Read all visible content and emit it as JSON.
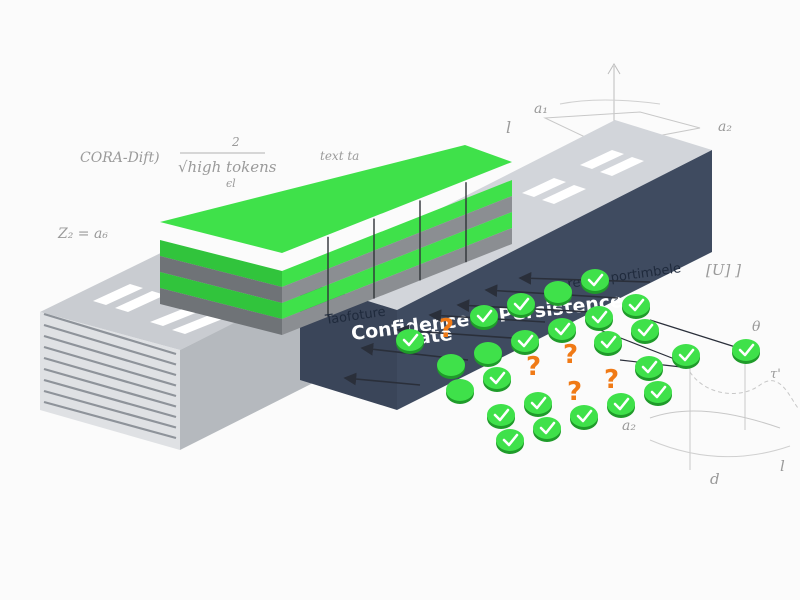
{
  "annotations": {
    "cora_dift": "CORA-Dift)",
    "frac_num": "2",
    "sqrt_text": "√high tokens",
    "frac_den": "ϵl",
    "z_eq": "Z₂ = a₆",
    "text_fragment": "text ta",
    "top_l": "l",
    "a1": "a₁",
    "a2_top": "a₂",
    "u_bracket": "[U] ]",
    "theta": "θ",
    "tau": "τ'",
    "a2_bottom": "a₂",
    "d_label": "d",
    "l_right": "l"
  },
  "gate": {
    "side_label": "Taofoture",
    "title_line1": "Confidence & Persistence",
    "title_line2": "Gate",
    "residual_label": "resfail portimbele"
  },
  "token_grid": [
    [
      "check",
      "check",
      "check",
      "check",
      "check"
    ],
    [
      "check",
      "check",
      "question",
      "question",
      "check",
      "check"
    ],
    [
      "dot",
      "check",
      "question",
      "question",
      "check",
      "check"
    ],
    [
      "dot",
      "dot",
      "check",
      "check",
      "check",
      "check"
    ],
    [
      "check",
      "question",
      "check",
      "check",
      "dot",
      "check"
    ]
  ],
  "colors": {
    "accent_green": "#3fe14a",
    "layer_grey": "#8b8e92",
    "slab_navy": "#3f4b60",
    "warning_orange": "#f07a16"
  }
}
